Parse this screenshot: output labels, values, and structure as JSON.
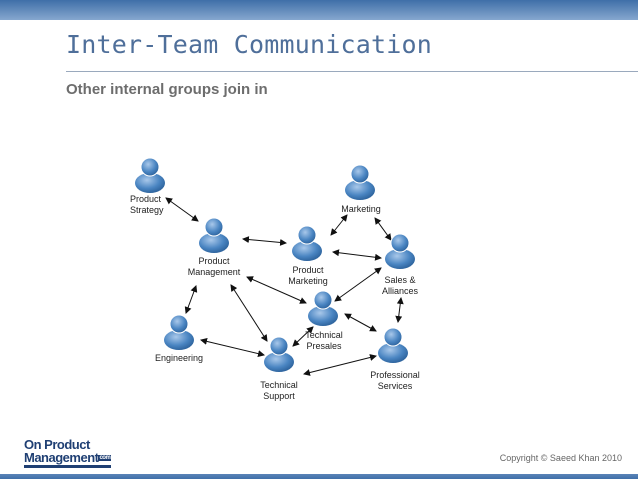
{
  "slide": {
    "title": "Inter-Team Communication",
    "subtitle": "Other internal groups join in",
    "copyright": "Copyright  © Saeed Khan  2010",
    "logo_line1": "On Product",
    "logo_line2": "Management",
    "logo_mark": "com"
  },
  "nodes": [
    {
      "id": "product-strategy",
      "label": "Product\nStrategy"
    },
    {
      "id": "product-management",
      "label": "Product\nManagement"
    },
    {
      "id": "product-marketing",
      "label": "Product\nMarketing"
    },
    {
      "id": "marketing",
      "label": "Marketing"
    },
    {
      "id": "sales-alliances",
      "label": "Sales &\nAlliances"
    },
    {
      "id": "technical-presales",
      "label": "Technical\nPresales"
    },
    {
      "id": "engineering",
      "label": "Engineering"
    },
    {
      "id": "technical-support",
      "label": "Technical\nSupport"
    },
    {
      "id": "professional-services",
      "label": "Professional\nServices"
    }
  ],
  "colors": {
    "accent": "#4f6f9a",
    "person_fill": "#3f78b5",
    "person_light": "#8fb4de"
  }
}
